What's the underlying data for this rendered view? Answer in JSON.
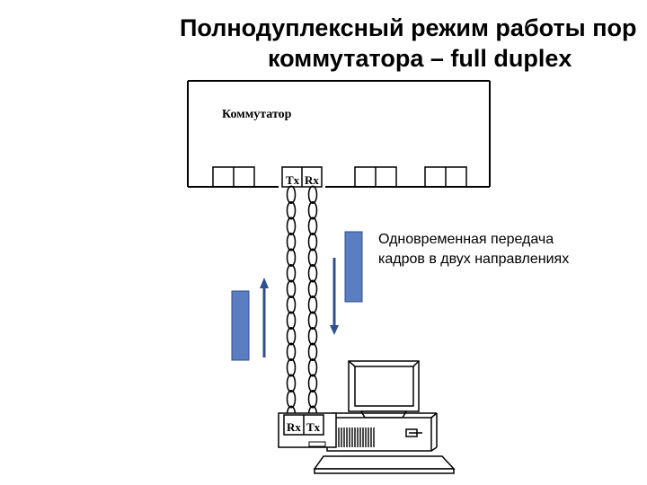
{
  "title": {
    "line1": "Полнодуплексный режим работы пор",
    "line2": "коммутатора – full duplex"
  },
  "switch": {
    "label": "Коммутатор",
    "port_tx": "Tx",
    "port_rx": "Rx"
  },
  "computer": {
    "nic_rx": "Rx",
    "nic_tx": "Tx"
  },
  "caption": {
    "line1": "Одновременная передача",
    "line2": "кадров в двух направлениях"
  },
  "colors": {
    "frame_blue": "#5B7EC2",
    "arrow_blue": "#2F4F8F",
    "line": "#000000"
  }
}
